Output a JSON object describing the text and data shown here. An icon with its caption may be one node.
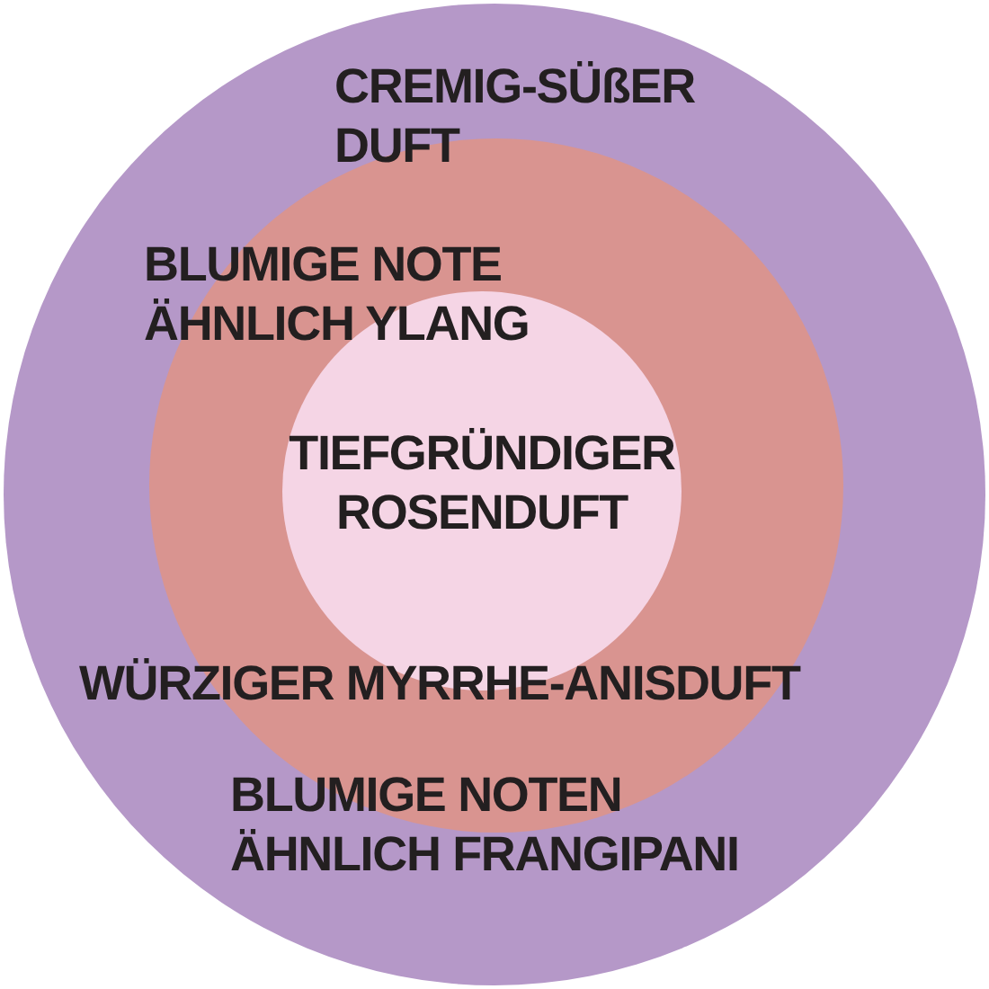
{
  "diagram": {
    "labels": [
      "CREMIG-SÜßER DUFT",
      "BLUMIGE NOTE ÄHNLICH YLANG",
      "TIEFGRÜNDIGER ROSENDUFT",
      "WÜRZIGER MYRRHE-ANISDUFT",
      "BLUMIGE NOTEN ÄHNLICH FRANGIPANI"
    ]
  }
}
